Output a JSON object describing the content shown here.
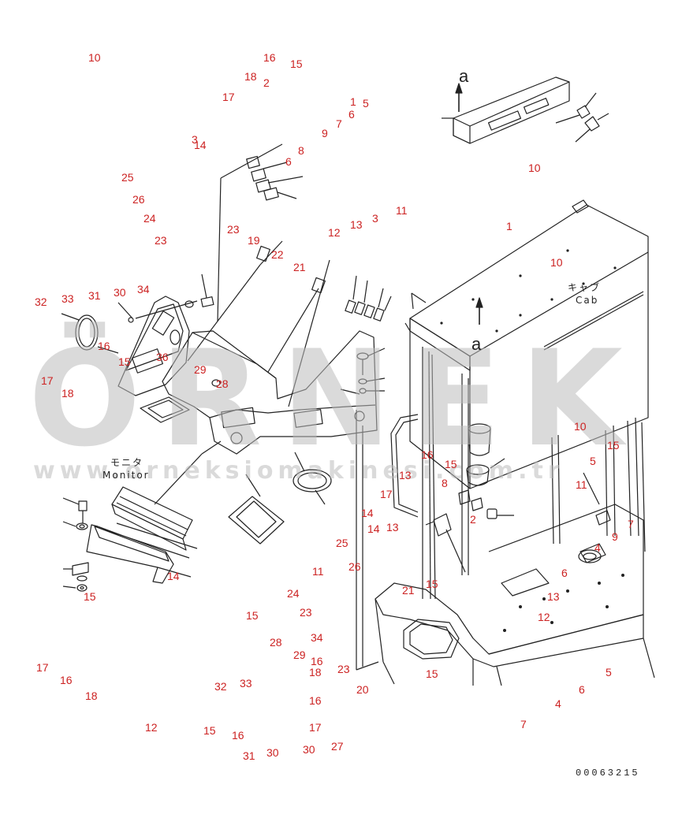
{
  "watermark": {
    "brand": "ÖRNEK",
    "url": "www.orneksiomakinesi.com.tr",
    "color": "#bcbcbc",
    "accent_color": "#f2d38a"
  },
  "texts": {
    "cab_jp": "キャブ",
    "cab_en": "Cab",
    "monitor_jp": "モニタ",
    "monitor_en": "Monitor",
    "view_a_top": "a",
    "view_a_cab": "a",
    "drawing_number": "00063215"
  },
  "label_color": "#cc2222",
  "callouts": [
    "10",
    "16",
    "15",
    "18",
    "2",
    "17",
    "1",
    "5",
    "6",
    "7",
    "9",
    "3",
    "14",
    "8",
    "6",
    "10",
    "25",
    "26",
    "24",
    "23",
    "23",
    "19",
    "22",
    "12",
    "13",
    "3",
    "11",
    "1",
    "21",
    "10",
    "32",
    "33",
    "31",
    "30",
    "34",
    "16",
    "15",
    "36",
    "29",
    "28",
    "17",
    "18",
    "10",
    "15",
    "5",
    "16",
    "15",
    "13",
    "8",
    "17",
    "2",
    "14",
    "14",
    "13",
    "11",
    "9",
    "7",
    "4",
    "6",
    "25",
    "26",
    "11",
    "21",
    "15",
    "24",
    "23",
    "16",
    "15",
    "13",
    "12",
    "28",
    "34",
    "29",
    "18",
    "23",
    "15",
    "5",
    "6",
    "17",
    "16",
    "18",
    "12",
    "15",
    "16",
    "32",
    "33",
    "16",
    "17",
    "20",
    "4",
    "7",
    "31",
    "30",
    "30",
    "27",
    "14",
    "15"
  ]
}
